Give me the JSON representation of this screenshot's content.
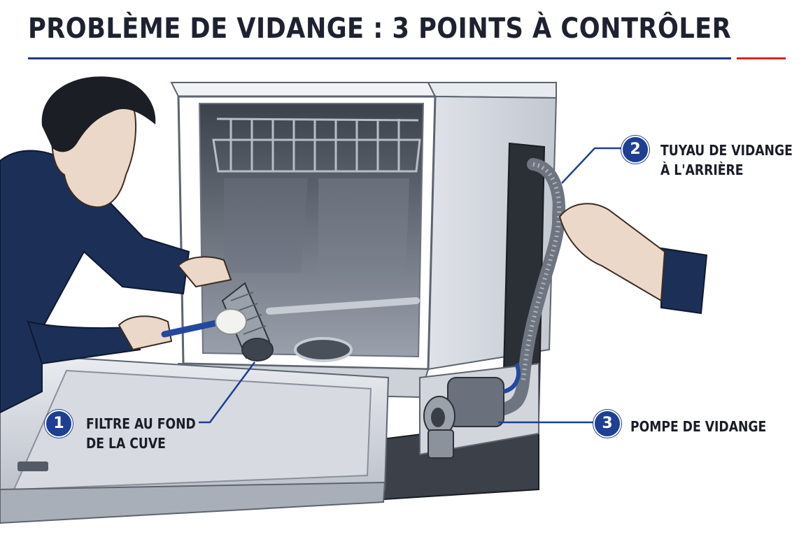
{
  "title": "PROBLÈME DE VIDANGE : 3 POINTS À CONTRÔLER",
  "colors": {
    "title": "#1e2230",
    "rule_primary": "#1f3a8a",
    "rule_accent": "#d62828",
    "badge": "#1d3f94",
    "steel_light": "#e6e9ee",
    "steel_mid": "#b4bac4",
    "steel_dark": "#5d6470",
    "shirt": "#1c2f57"
  },
  "callouts": [
    {
      "number": "1",
      "line1": "FILTRE AU FOND",
      "line2": "DE LA CUVE",
      "icon": "drain-filter"
    },
    {
      "number": "2",
      "line1": "TUYAU DE VIDANGE",
      "line2": "À L'ARRIÈRE",
      "icon": "drain-hose"
    },
    {
      "number": "3",
      "line1": "POMPE DE VIDANGE",
      "line2": "",
      "icon": "drain-pump"
    }
  ]
}
